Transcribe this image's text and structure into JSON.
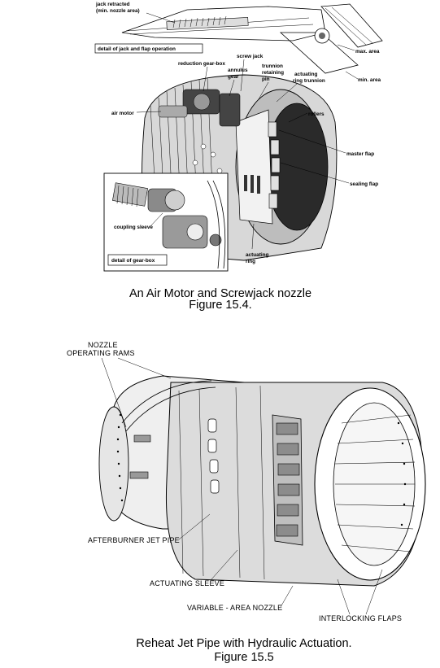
{
  "figure1": {
    "labels": {
      "jack_retracted": "jack retracted",
      "min_nozzle_area": "(min. nozzle area)",
      "detail_jack_flap": "detail of jack and flap operation",
      "max_area": "max. area",
      "min_area": "min. area",
      "screw_jack": "screw jack",
      "reduction_gearbox": "reduction gear-box",
      "annulus": "annulus",
      "gear": "gear",
      "trunnion": "trunnion",
      "retaining": "retaining",
      "pin": "pin",
      "actuating": "actuating",
      "ring_trunnion": "ring trunnion",
      "rollers": "rollers",
      "air_motor": "air motor",
      "master_flap": "master flap",
      "sealing_flap": "sealing flap",
      "coupling_sleeve": "coupling sleeve",
      "detail_gearbox": "detail of gear-box",
      "actuating2": "actuating",
      "ring": "ring"
    },
    "caption_title": "An Air Motor and Screwjack nozzle",
    "caption_number": "Figure 15.4."
  },
  "figure2": {
    "labels": {
      "nozzle": "NOZZLE",
      "operating_rams": "OPERATING RAMS",
      "afterburner_jet_pipe": "AFTERBURNER JET PIPE",
      "actuating_sleeve": "ACTUATING SLEEVE",
      "variable_area_nozzle": "VARIABLE - AREA NOZZLE",
      "interlocking_flaps": "INTERLOCKING FLAPS"
    },
    "caption_title": "Reheat Jet Pipe with Hydraulic Actuation.",
    "caption_number": "Figure 15.5"
  }
}
